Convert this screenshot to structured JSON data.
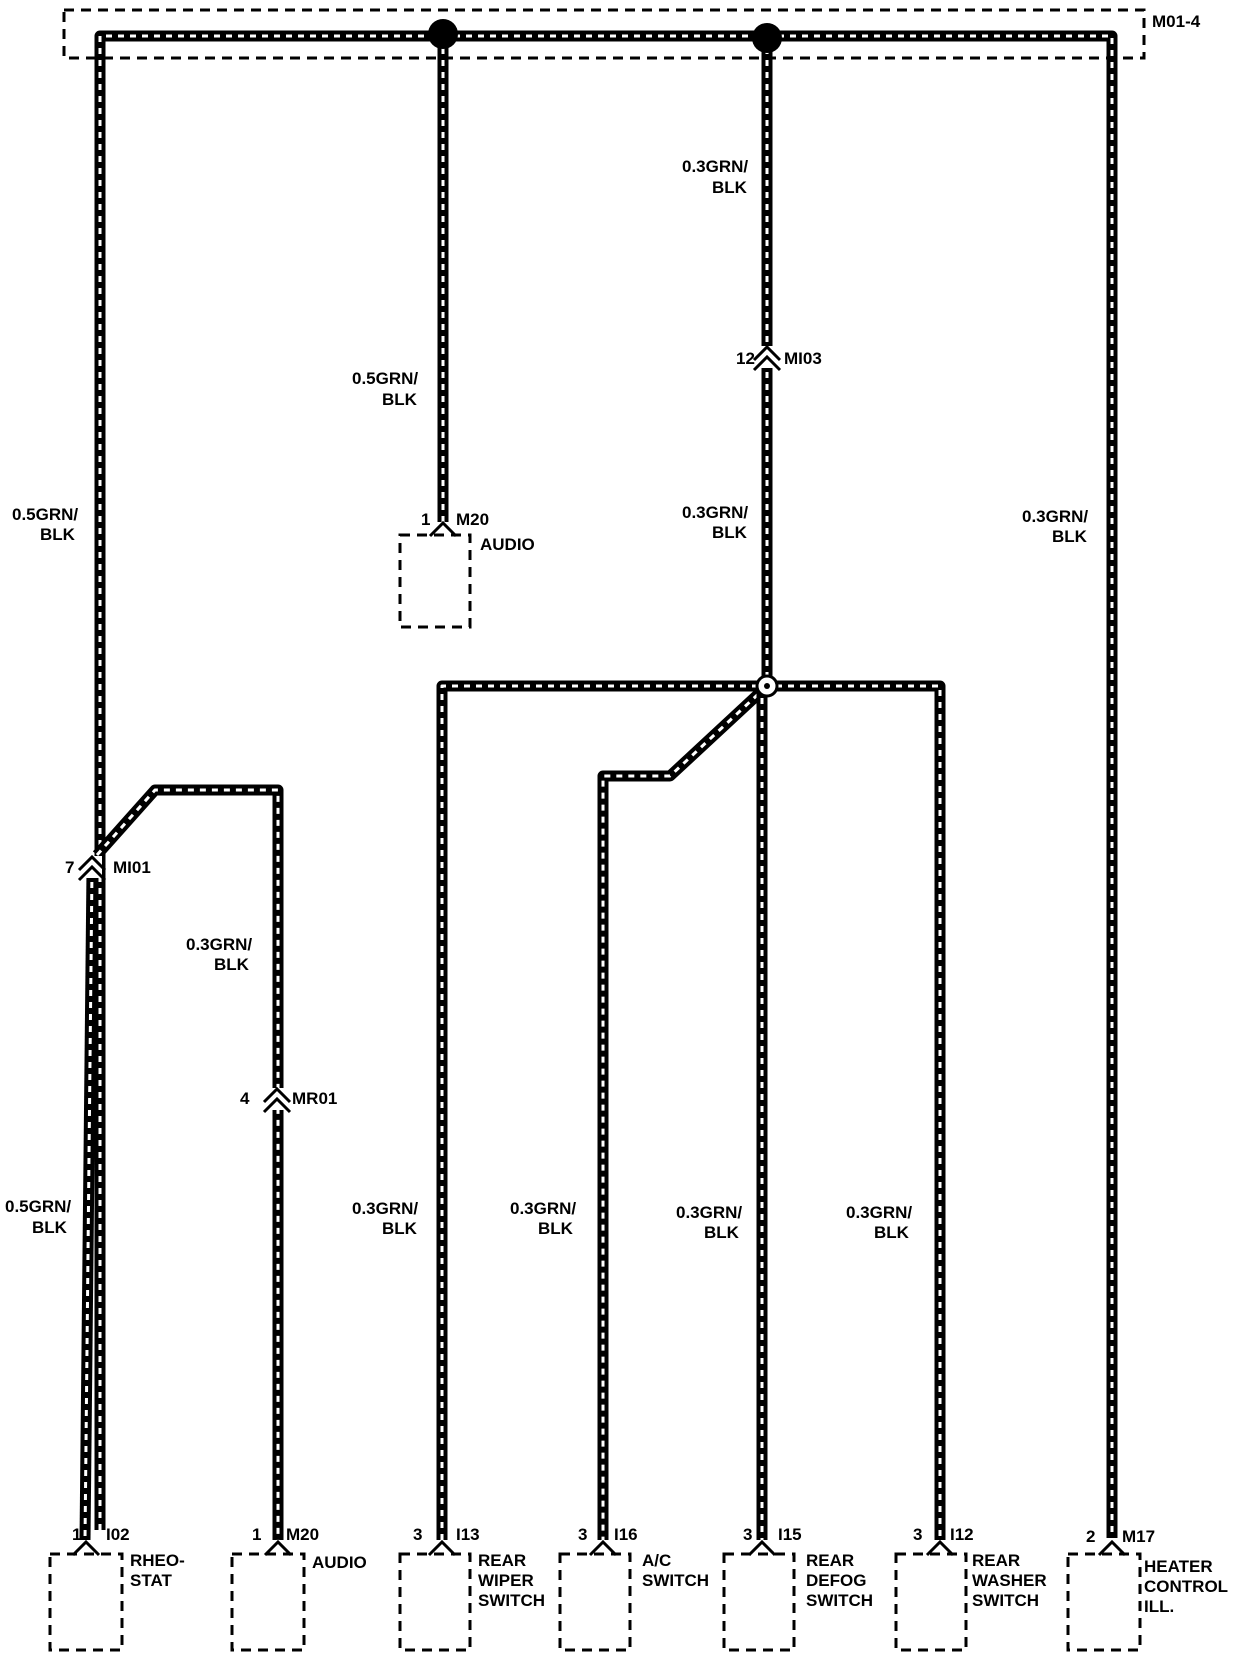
{
  "top_connector": {
    "name": "M01-4"
  },
  "wire_labels": {
    "left_upper": [
      "0.5GRN/",
      "BLK"
    ],
    "audio_top": [
      "0.5GRN/",
      "BLK"
    ],
    "mid_upper": [
      "0.3GRN/",
      "BLK"
    ],
    "mid_lower": [
      "0.3GRN/",
      "BLK"
    ],
    "right": [
      "0.3GRN/",
      "BLK"
    ],
    "branch_audio": [
      "0.3GRN/",
      "BLK"
    ],
    "left_lower": [
      "0.5GRN/",
      "BLK"
    ],
    "i13": [
      "0.3GRN/",
      "BLK"
    ],
    "i16": [
      "0.3GRN/",
      "BLK"
    ],
    "i15": [
      "0.3GRN/",
      "BLK"
    ],
    "i12": [
      "0.3GRN/",
      "BLK"
    ]
  },
  "inline_connectors": {
    "mi03": {
      "pin": "12",
      "name": "MI03"
    },
    "mi01": {
      "pin": "7",
      "name": "MI01"
    },
    "mr01": {
      "pin": "4",
      "name": "MR01"
    }
  },
  "audio_top_component": {
    "pin": "1",
    "connector": "M20",
    "label": [
      "AUDIO"
    ]
  },
  "components": [
    {
      "pin": "1",
      "connector": "I02",
      "label": [
        "RHEO-",
        "STAT"
      ]
    },
    {
      "pin": "1",
      "connector": "M20",
      "label": [
        "AUDIO"
      ]
    },
    {
      "pin": "3",
      "connector": "I13",
      "label": [
        "REAR",
        "WIPER",
        "SWITCH"
      ]
    },
    {
      "pin": "3",
      "connector": "I16",
      "label": [
        "A/C",
        "SWITCH"
      ]
    },
    {
      "pin": "3",
      "connector": "I15",
      "label": [
        "REAR",
        "DEFOG",
        "SWITCH"
      ]
    },
    {
      "pin": "3",
      "connector": "I12",
      "label": [
        "REAR",
        "WASHER",
        "SWITCH"
      ]
    },
    {
      "pin": "2",
      "connector": "M17",
      "label": [
        "HEATER",
        "CONTROL",
        "ILL."
      ]
    }
  ]
}
